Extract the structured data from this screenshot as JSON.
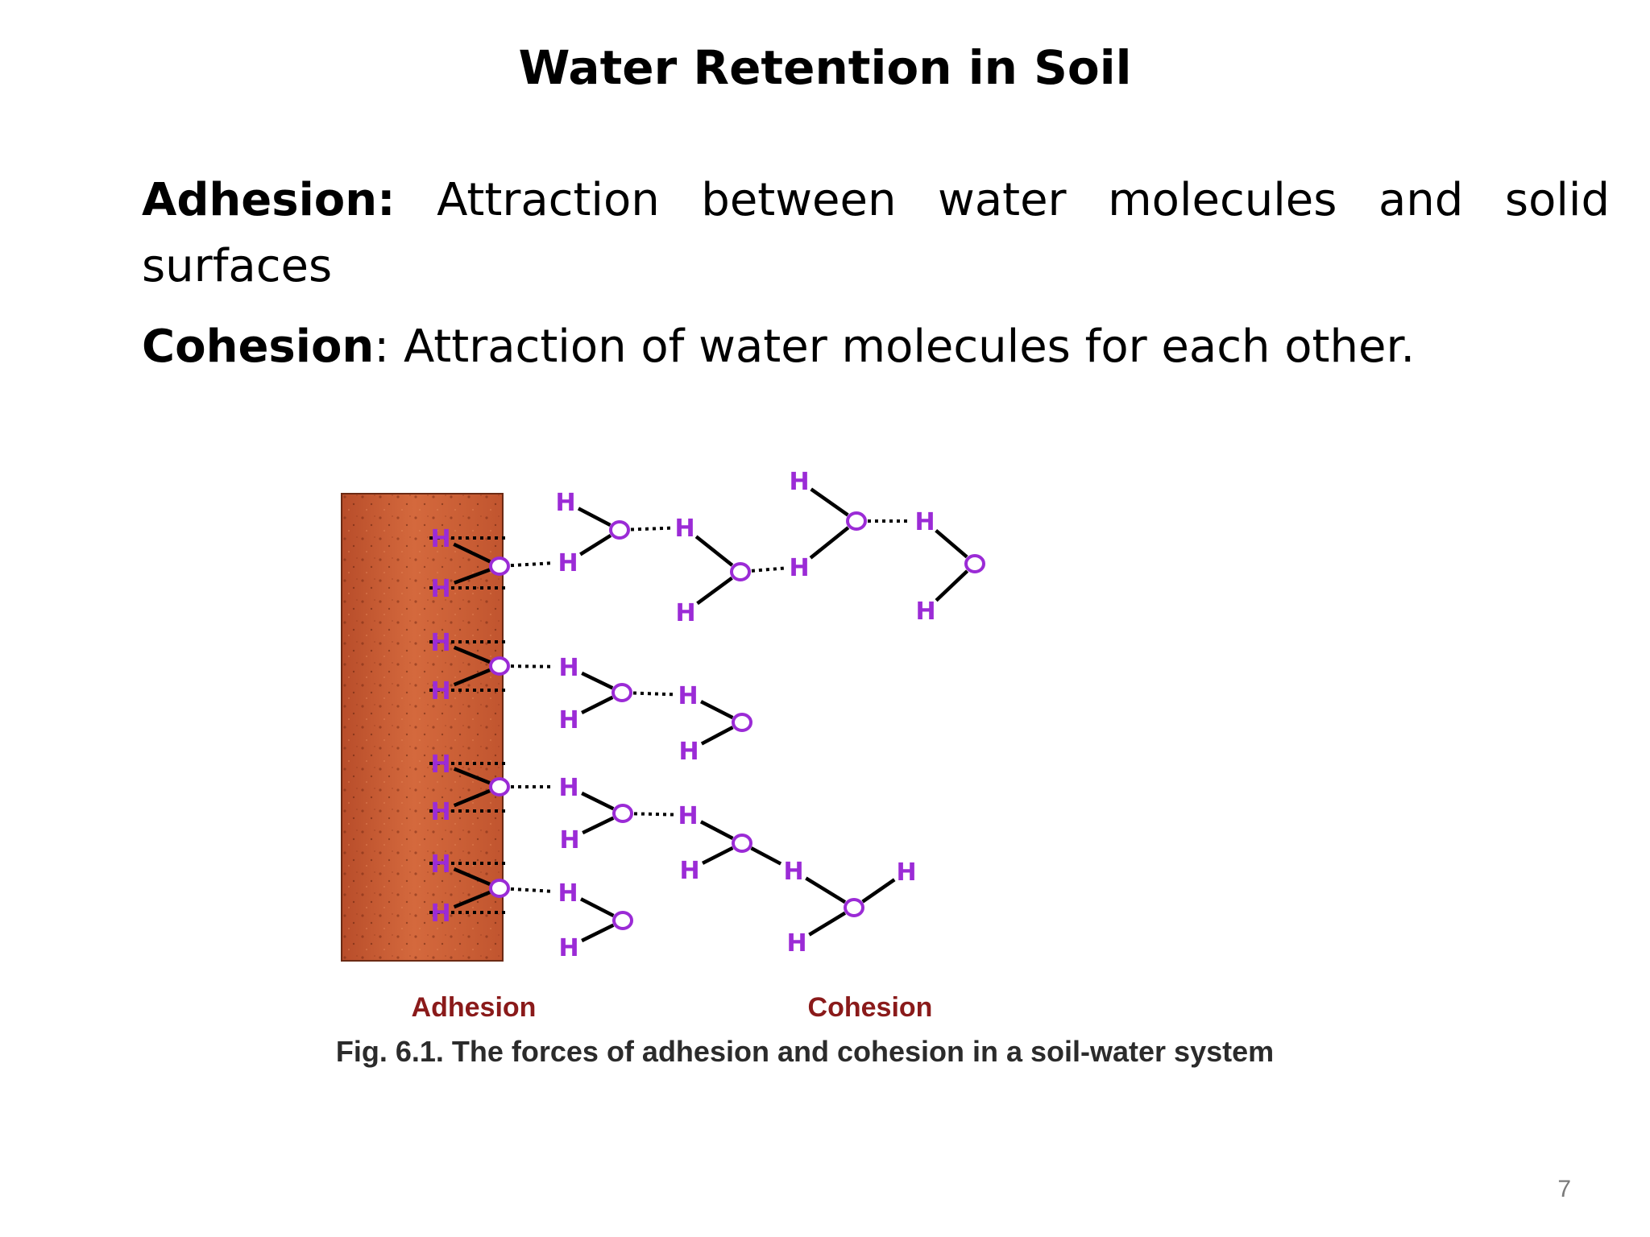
{
  "title": "Water Retention in Soil",
  "definitions": {
    "adhesion": {
      "term": "Adhesion:",
      "text": " Attraction between water molecules and solid surfaces"
    },
    "cohesion": {
      "term": "Cohesion",
      "text": ": Attraction of water molecules for each other."
    }
  },
  "figure": {
    "hydrogen_symbol": "H",
    "oxygen_symbol": "O",
    "label_adhesion": "Adhesion",
    "label_cohesion": "Cohesion",
    "caption": "Fig. 6.1. The forces of adhesion and cohesion in a soil-water system",
    "colors": {
      "atom": "#9b2bd6",
      "bond": "#000000",
      "soil": "#c65a33",
      "label": "#8a1a1a"
    }
  },
  "page_number": "7"
}
